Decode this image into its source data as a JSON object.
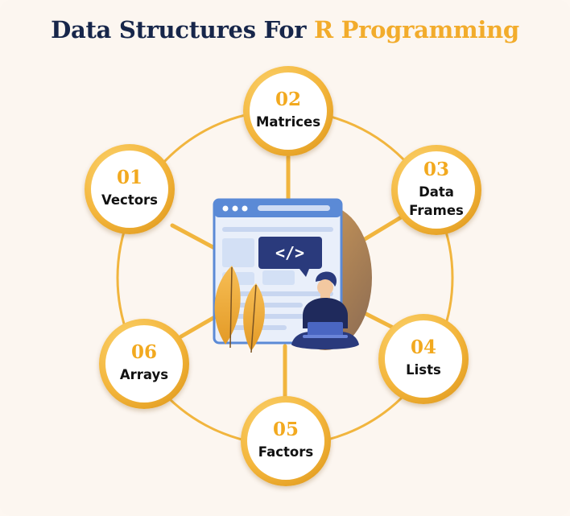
{
  "title": {
    "part1": "Data Structures For",
    "part2": "R Programming"
  },
  "nodes": [
    {
      "num": "01",
      "label": "Vectors"
    },
    {
      "num": "02",
      "label": "Matrices"
    },
    {
      "num": "03",
      "label": "Data Frames"
    },
    {
      "num": "04",
      "label": "Lists"
    },
    {
      "num": "05",
      "label": "Factors"
    },
    {
      "num": "06",
      "label": "Arrays"
    }
  ],
  "illustration": {
    "code_tag": "</>"
  },
  "colors": {
    "accent": "#f2ac2c",
    "navy": "#17264a",
    "background": "#fcf6f0",
    "screen": "#4a7fd1"
  }
}
